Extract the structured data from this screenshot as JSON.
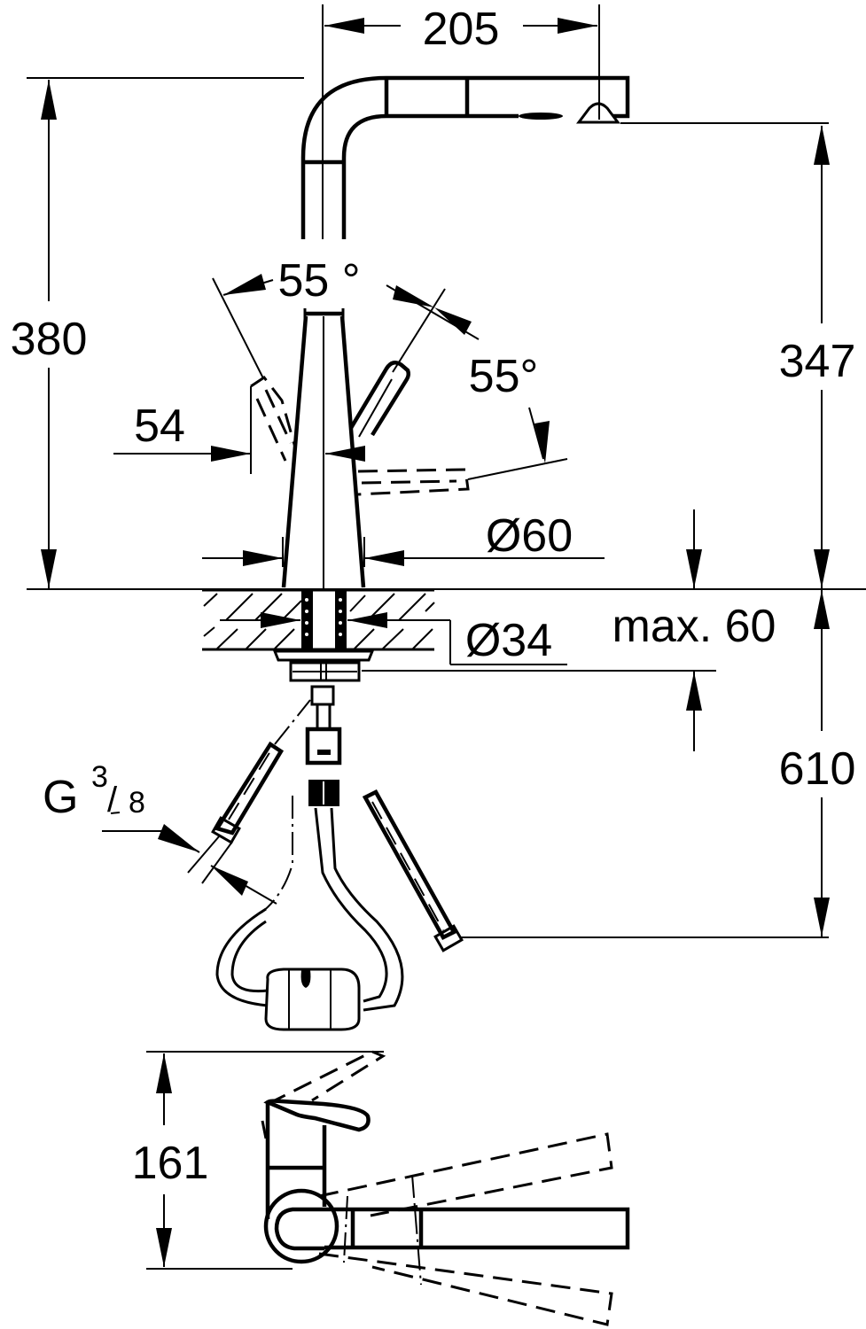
{
  "drawing": {
    "subject": "Pull-out kitchen faucet technical dimension drawing",
    "line_color": "#000000",
    "background": "#ffffff"
  },
  "dimensions": {
    "spout_reach": "205",
    "total_height": "380",
    "spout_outlet_height": "347",
    "swivel_angle_left": "55 °",
    "lever_angle_right": "55°",
    "lever_offset": "54",
    "base_diameter": "Ø60",
    "hole_diameter": "Ø34",
    "max_deck_thickness": "max. 60",
    "hose_length": "610",
    "connection_thread_main": "G",
    "connection_thread_num": "3",
    "connection_thread_den": "8",
    "side_view_height": "161"
  }
}
